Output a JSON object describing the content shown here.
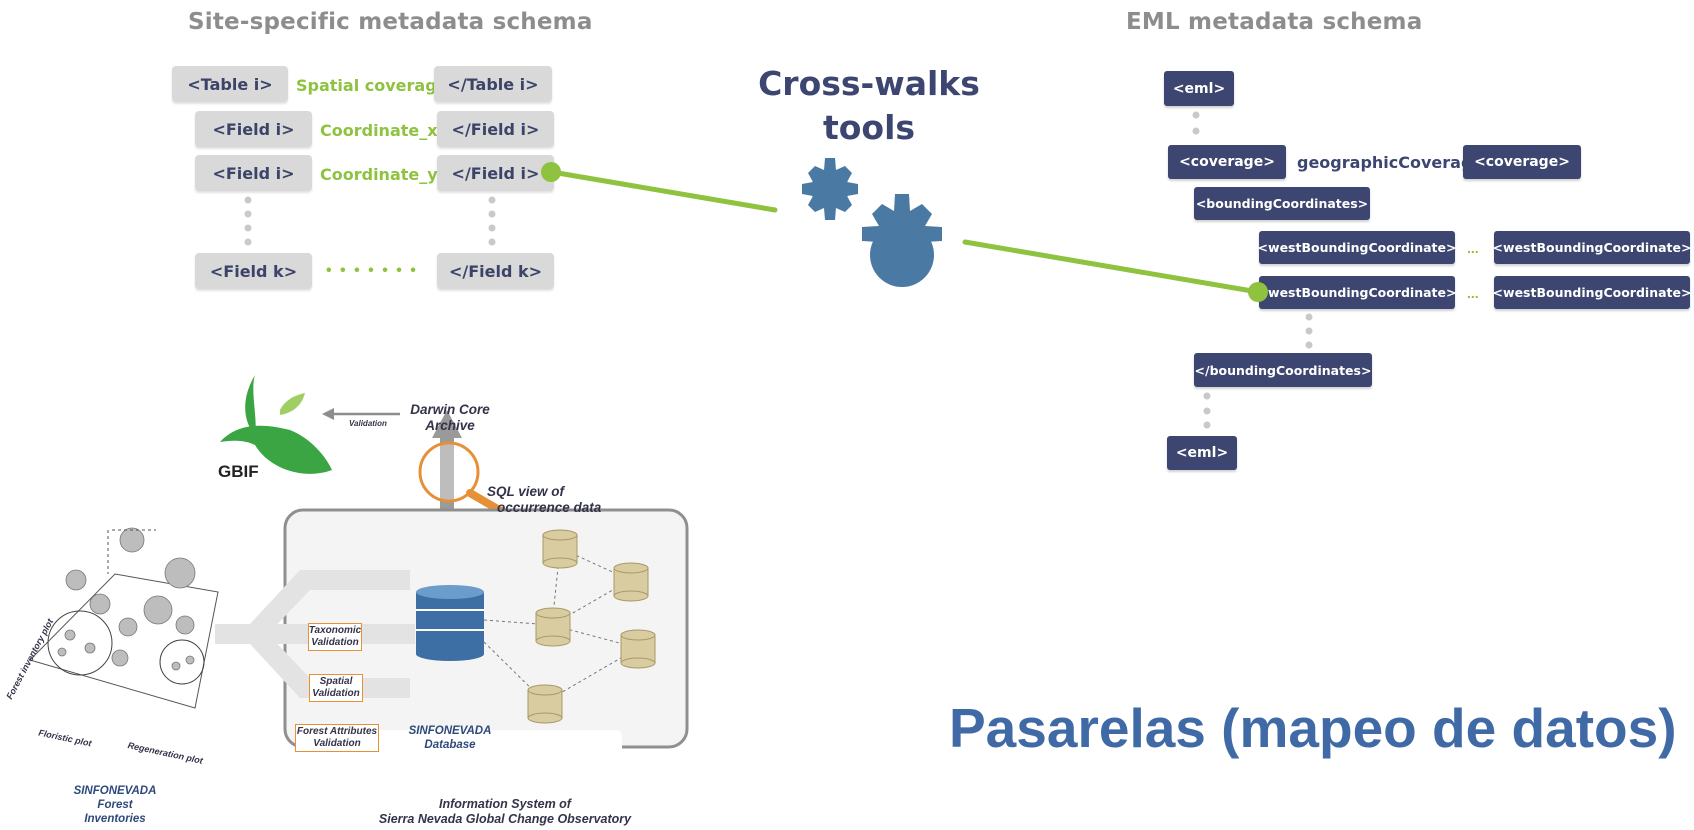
{
  "site_schema": {
    "heading": "Site-specific metadata schema",
    "table_open": "<Table i>",
    "table_close": "</Table i>",
    "spatial_label": "Spatial coverage",
    "field_open": "<Field i>",
    "field_close": "</Field i>",
    "coord_x": "Coordinate_x",
    "coord_y": "Coordinate_y",
    "field_k_open": "<Field k>",
    "field_k_close": "</Field k>",
    "dots": "• • • • • • •"
  },
  "crosswalk": {
    "line1": "Cross-walks",
    "line2": "tools"
  },
  "eml_schema": {
    "heading": "EML metadata schema",
    "eml_open": "<eml>",
    "coverage": "<coverage>",
    "geographic_label": "geographicCoverage",
    "coverage_close": "<coverage>",
    "bounding_open": "<boundingCoordinates>",
    "west_1": "<westBoundingCoordinate>",
    "west_1b": "<westBoundingCoordinate>",
    "west_2": "<westBoundingCoordinate>",
    "west_2b": "<westBoundingCoordinate>",
    "ellipsis": "...",
    "bounding_close": "</boundingCoordinates>",
    "eml_close": "<eml>"
  },
  "workflow": {
    "gbif": "GBIF",
    "validation": "Validation",
    "darwin_core": [
      "Darwin Core",
      "Archive"
    ],
    "sql_view": [
      "SQL view of",
      "occurrence data"
    ],
    "taxonomic": [
      "Taxonomic",
      "Validation"
    ],
    "spatial": [
      "Spatial",
      "Validation"
    ],
    "forest_attr": [
      "Forest Attributes",
      "Validation"
    ],
    "database": [
      "SINFONEVADA",
      "Database"
    ],
    "info_system": [
      "Information System of",
      "Sierra Nevada Global Change Observatory"
    ],
    "forest_inventory_plot": "Forest inventory plot",
    "floristic_plot": "Floristic plot",
    "regeneration_plot": "Regeneration plot",
    "inventories": [
      "SINFONEVADA Forest",
      "Inventories"
    ]
  },
  "title": "Pasarelas (mapeo de datos)",
  "colors": {
    "navy": "#3c4670",
    "green": "#8ec23f",
    "blue": "#3f6aa6",
    "orange": "#e69138"
  }
}
